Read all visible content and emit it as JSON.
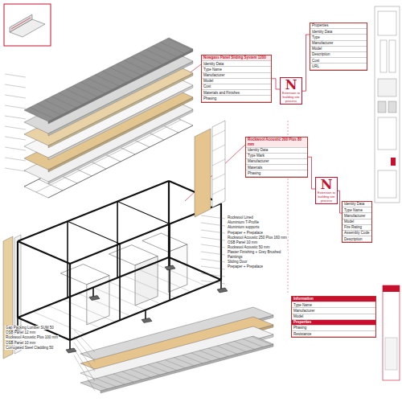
{
  "diagram": {
    "nodes": [
      {
        "text": [
          "Nowgass Panel Sliding System 1200",
          "Identity Data",
          "Type Name",
          "Manufacturer",
          "Model",
          "Cost",
          "Materials and Finishes",
          "Phasing"
        ]
      },
      {
        "text": [
          "N",
          "Extension to building site process"
        ]
      },
      {
        "text": [
          "Properties",
          "Identity Data",
          "Type",
          "Manufacturer",
          "Model",
          "Description",
          "Cost",
          "URL"
        ]
      },
      {
        "text": [
          "Rockwool Acoustic 200 Plus 80 mm",
          "Identity Data",
          "Type Mark",
          "Manufacturer",
          "Materials",
          "Phasing"
        ]
      },
      {
        "text": [
          "N",
          "Extension to building site process"
        ]
      },
      {
        "text": [
          "Identity Data",
          "Type Name",
          "Manufacturer",
          "Model",
          "Fire Rating",
          "Assembly Code",
          "Description"
        ]
      },
      {
        "text": [
          "Information",
          "Type Name",
          "Manufacturer",
          "Model",
          "Properties",
          "Phasing",
          "Resistance"
        ]
      }
    ],
    "edges": [
      {
        "from": 0,
        "to": 1,
        "arrow": "none"
      },
      {
        "from": 1,
        "to": 2,
        "arrow": "none"
      },
      {
        "from": 3,
        "to": 4,
        "arrow": "none"
      },
      {
        "from": 4,
        "to": 5,
        "arrow": "none"
      }
    ],
    "labels": [
      "Rockwool Lined",
      "Aluminium T-Profile",
      "Aluminium supports",
      "Prepaper + Prepalace",
      "Rockwool Acoustic 250 Plus 160 mm",
      "OSB Panel 10 mm",
      "Rockwool Acoustic 50 mm",
      "Plaster Finishing + Grey Brushed Paintings",
      "Sliding Door",
      "Prepaper + Prepalace",
      "Gap Packing Lumber SUM 50",
      "OSB Panel 12 mm",
      "Rockwool Acoustic Plus 100 mm",
      "OSB Panel 10 mm",
      "Corrugated Steel Cladding 50"
    ]
  }
}
